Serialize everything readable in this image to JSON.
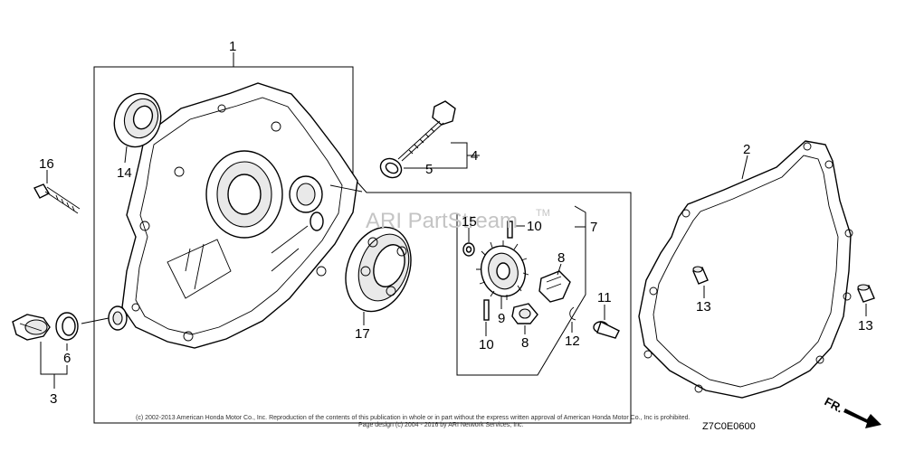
{
  "watermark": "ARI PartStream",
  "watermark_tm": "TM",
  "callouts": {
    "c1": "1",
    "c2": "2",
    "c3": "3",
    "c4": "4",
    "c5": "5",
    "c6": "6",
    "c7": "7",
    "c8a": "8",
    "c8b": "8",
    "c9": "9",
    "c10a": "10",
    "c10b": "10",
    "c11": "11",
    "c12": "12",
    "c13a": "13",
    "c13b": "13",
    "c14": "14",
    "c15": "15",
    "c16": "16",
    "c17": "17"
  },
  "copyright_line1": "(c) 2002-2013 American Honda Motor Co., Inc. Reproduction of the contents of this publication in whole or in part without the express written approval of American Honda Motor Co., Inc is prohibited.",
  "copyright_line2": "Page design (c) 2004 - 2016 by ARI Network Services, Inc.",
  "diagram_code": "Z7C0E0600",
  "direction_label": "FR."
}
